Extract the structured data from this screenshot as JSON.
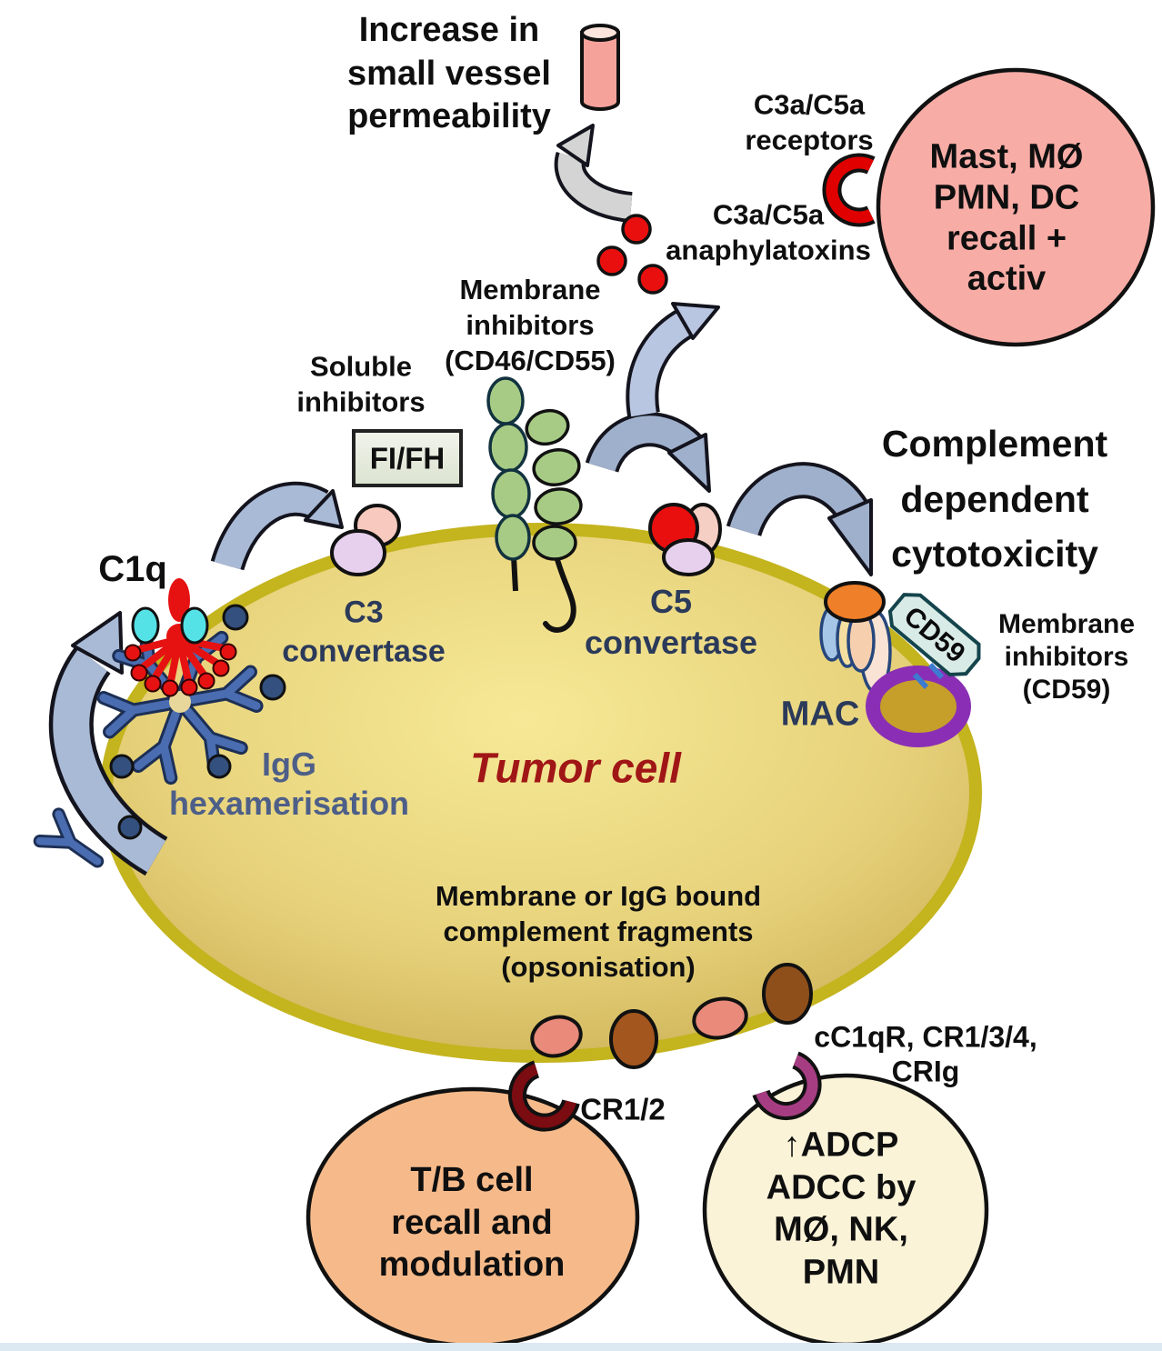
{
  "figure": {
    "title": "Complement activation mechanisms on a tumor cell",
    "type": "biomedical-schematic"
  },
  "labels": {
    "vessel": "Increase in\nsmall vessel\npermeability",
    "receptors": "C3a/C5a\nreceptors",
    "mast_cell": "Mast, MØ\nPMN, DC\nrecall + activ",
    "anaphylatoxins": "C3a/C5a\nanaphylatoxins",
    "membrane_inhibitors_cd46": "Membrane\ninhibitors\n(CD46/CD55)",
    "soluble_inhibitors": "Soluble\ninhibitors",
    "fifh": "FI/FH",
    "c1q": "C1q",
    "c3_convertase": "C3\nconvertase",
    "c5_convertase": "C5\nconvertase",
    "cdc": "Complement\ndependent\ncytotoxicity",
    "mac": "MAC",
    "cd59_tag": "CD59",
    "membrane_inhibitors_cd59": "Membrane\ninhibitors\n(CD59)",
    "igg_hexamerisation": "IgG\nhexamerisation",
    "tumor_cell": "Tumor cell",
    "opsonisation": "Membrane or IgG bound\ncomplement fragments\n(opsonisation)",
    "cr12": "CR1/2",
    "tb_cell": "T/B cell\nrecall and\nmodulation",
    "cc1qr": "cC1qR, CR1/3/4,\nCRIg",
    "adcp": "↑ADCP\nADCC by\nMØ, NK,\nPMN"
  },
  "colors": {
    "tumor_cell_fill": "#e9d57d",
    "tumor_cell_membrane": "#c4b41e",
    "mast_cell_fill": "#f8aca6",
    "tb_cell_fill": "#f6ba8a",
    "adcp_cell_fill": "#fbf3d8",
    "vessel_pink": "#f5a29b",
    "anaphylatoxin_red": "#e90f0f",
    "c3a_c5a_receptor_red": "#e00000",
    "cr12_receptor_dark_red": "#7a0c12",
    "cc1qr_receptor_magenta": "#a63d82",
    "arrow_blue": "#a9bad6",
    "arrow_gray": "#d4d4d4",
    "igg_blue": "#4a6cb0",
    "c1q_red": "#e61212",
    "c1q_head_cyan": "#55e2e6",
    "cd46_bead_green": "#a7cb85",
    "mac_orange": "#ef7f28",
    "pore_purple": "#8a2fb5",
    "fragment_salmon": "#e98a7a",
    "fragment_brown": "#a3561d",
    "convertase_pink": "#f8c9be",
    "convertase_purple": "#e7d0ee",
    "tumor_text_red": "#a01616",
    "navy_label": "#2b3a5a"
  }
}
